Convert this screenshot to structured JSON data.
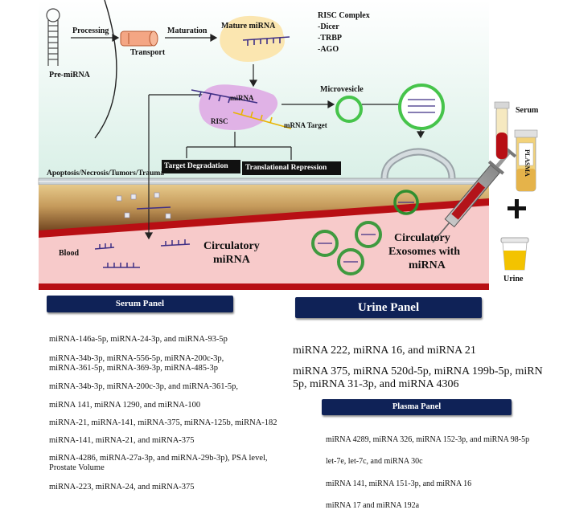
{
  "labels": {
    "processing": "Processing",
    "maturation": "Maturation",
    "transport": "Transport",
    "pre_mirna": "Pre-miRNA",
    "mature_mirna": "Mature miRNA",
    "risc_complex": [
      "RISC Complex",
      "-Dicer",
      "-TRBP",
      "-AGO"
    ],
    "mirna": "miRNA",
    "risc": "RISC",
    "mrna_target": "mRNA Target",
    "microvesicle": "Microvesicle",
    "target_degradation": "Target Degradation",
    "translational_repression": "Translational Repression",
    "apoptosis": "Apoptosis/Necrosis/Tumors/Trauma",
    "blood": "Blood",
    "circulatory_mirna": [
      "Circulatory",
      "miRNA"
    ],
    "circulatory_exosomes": [
      "Circulatory",
      "Exosomes with",
      "miRNA"
    ],
    "serum": "Serum",
    "plasma": "PLASMA",
    "urine": "Urine",
    "plus": "+"
  },
  "serum_panel": {
    "title": "Serum Panel",
    "items": [
      [
        "miRNA-146a-5p, miRNA-24-3p, and miRNA-93-5p"
      ],
      [
        "miRNA-34b-3p, miRNA-556-5p, miRNA-200c-3p,",
        "miRNA-361-5p, miRNA-369-3p, miRNA-485-3p"
      ],
      [
        "miRNA-34b-3p, miRNA-200c-3p, and miRNA-361-5p,"
      ],
      [
        "miRNA 141, miRNA 1290, and miRNA-100"
      ],
      [
        "miRNA-21, miRNA-141, miRNA-375, miRNA-125b,  miRNA-182"
      ],
      [
        "miRNA-141, miRNA-21, and miRNA-375"
      ],
      [
        "miRNA-4286, miRNA-27a-3p, and miRNA-29b-3p), PSA level,",
        "Prostate Volume"
      ],
      [
        "miRNA-223, miRNA-24, and miRNA-375"
      ]
    ]
  },
  "urine_panel": {
    "title": "Urine Panel",
    "items": [
      [
        "miRNA 222, miRNA 16, and miRNA 21"
      ],
      [
        "miRNA 375, miRNA 520d-5p, miRNA 199b-5p, miRN",
        "5p, miRNA 31-3p, and miRNA 4306"
      ]
    ]
  },
  "plasma_panel": {
    "title": "Plasma Panel",
    "items": [
      [
        "miRNA 4289, miRNA 326, miRNA 152-3p, and miRNA 98-5p"
      ],
      [
        "let-7e, let-7c, and miRNA 30c"
      ],
      [
        "miRNA 141, miRNA 151-3p, and miRNA 16"
      ],
      [
        "miRNA 17 and miRNA 192a"
      ]
    ]
  }
}
